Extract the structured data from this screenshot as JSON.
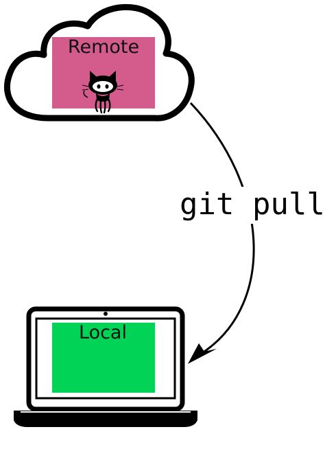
{
  "remote": {
    "label": "Remote",
    "box_color": "#d45c8c",
    "icon": "github-octocat-icon"
  },
  "local": {
    "label": "Local",
    "screen_color": "#00d356",
    "icon": "laptop-icon"
  },
  "arrow": {
    "label": "git pull",
    "direction": "remote-to-local"
  },
  "cloud": {
    "icon": "cloud-icon"
  }
}
